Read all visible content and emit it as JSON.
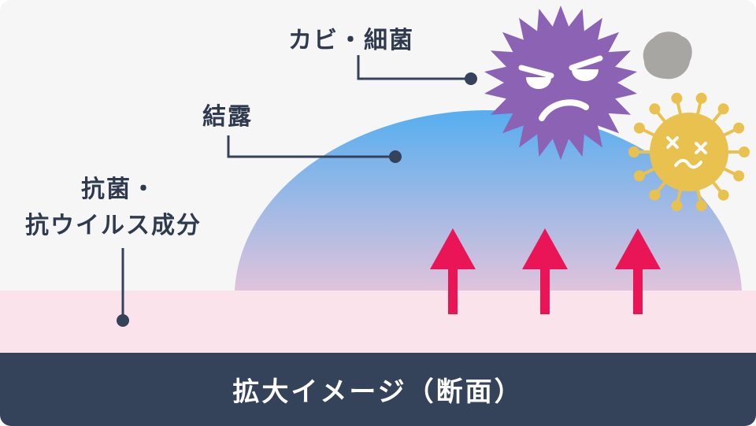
{
  "labels": {
    "mold": "カビ・細菌",
    "condensation": "結露",
    "antibacterial_line1": "抗菌・",
    "antibacterial_line2": "抗ウイルス成分"
  },
  "footer": {
    "caption": "拡大イメージ（断面）"
  },
  "colors": {
    "background": "#f6f6f6",
    "surface_layer": "#fae3ea",
    "droplet_top": "#56aef0",
    "droplet_bottom": "#e0c3dc",
    "arrow": "#ea1556",
    "mold_virus": "#8b62b4",
    "bacteria": "#e9c14f",
    "dust": "#a8a6a3",
    "leader_line": "#34425a",
    "footer_bg": "#34425a"
  }
}
